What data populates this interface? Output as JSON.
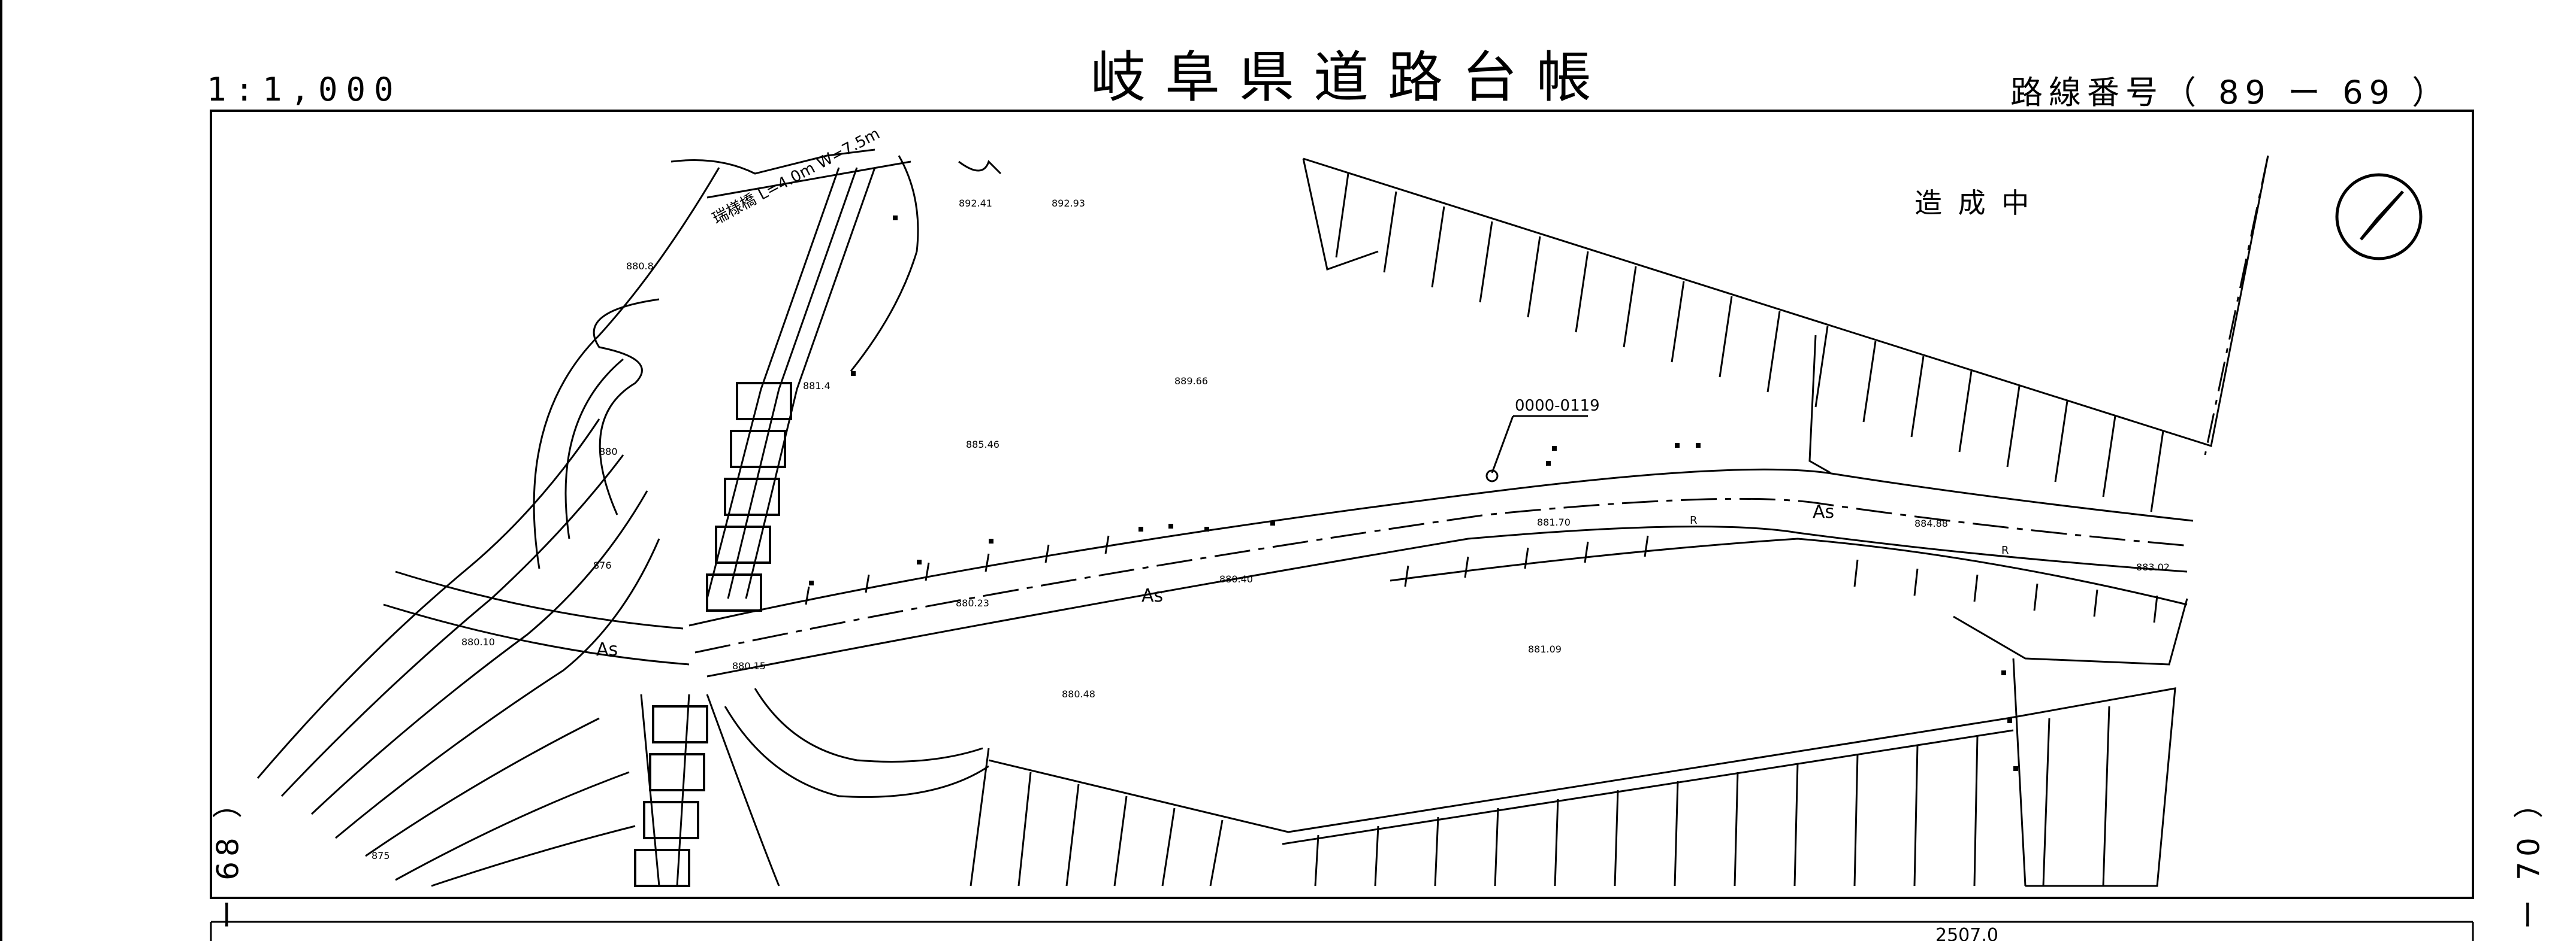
{
  "header": {
    "title": "岐阜県道路台帳",
    "scale": "1:1,000",
    "route_number": "路線番号（ 89 ー 69 ）"
  },
  "sheet": {
    "left_adjacent": "ー 68 ）",
    "right_adjacent": "ー 70 ）",
    "bottom_partial_label": "2507.0"
  },
  "map": {
    "under_construction_label": "造 成 中",
    "section_id": "0000-0119",
    "bridge_label": "瑞様橋   L=4.0m W=7.5m",
    "pavement_labels": [
      "As",
      "As",
      "As"
    ],
    "elevations": [
      "892.41",
      "892.93",
      "889.66",
      "885.46",
      "881.70",
      "884.88",
      "883.02",
      "880.40",
      "880.23",
      "880.10",
      "880.15",
      "880.48",
      "881.09",
      "876",
      "875",
      "880",
      "881.4",
      "880.8"
    ],
    "road_markers": [
      "R",
      "R"
    ]
  },
  "colors": {
    "ink": "#000000",
    "paper": "#ffffff"
  },
  "icons": {
    "north_arrow": "north-arrow-icon"
  }
}
